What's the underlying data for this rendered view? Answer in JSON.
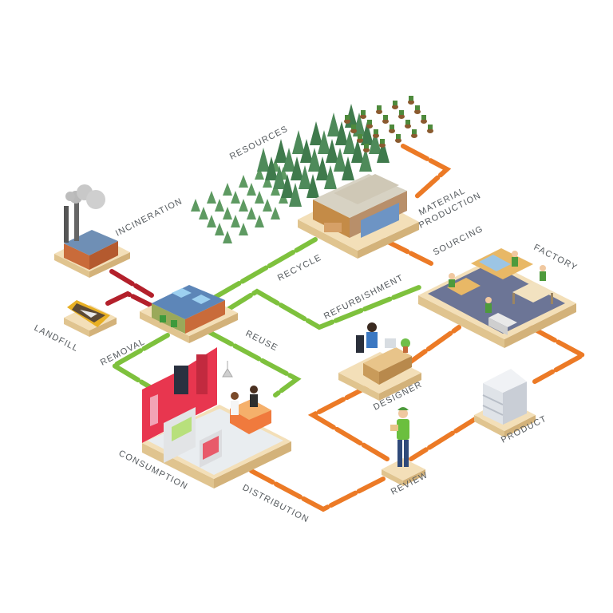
{
  "colors": {
    "orange": "#ec7a26",
    "green": "#7ec13d",
    "red": "#b3202b",
    "tree": "#4e8a5a",
    "pad": "#f3dfb8",
    "text": "#555a5e"
  },
  "labels": {
    "resources": "RESOURCES",
    "incineration": "INCINERATION",
    "material": "MATERIAL",
    "production": "PRODUCTION",
    "recycle": "RECYCLE",
    "sourcing": "SOURCING",
    "factory": "FACTORY",
    "refurbishment": "REFURBISHMENT",
    "landfill": "LANDFILL",
    "removal": "REMOVAL",
    "reuse": "REUSE",
    "designer": "DESIGNER",
    "product": "PRODUCT",
    "consumption": "CONSUMPTION",
    "review": "REVIEW",
    "distribution": "DISTRIBUTION"
  },
  "icons": {
    "forest": "pine-forest-icon",
    "stumps": "tree-stump-icon",
    "incinerator": "incinerator-factory-icon",
    "production_plant": "production-warehouse-icon",
    "factory": "factory-floor-icon",
    "removal": "removal-depot-icon",
    "landfill": "landfill-skip-icon",
    "store": "retail-store-icon",
    "designer": "designer-desk-icon",
    "product": "product-shelf-icon",
    "review": "reviewer-person-icon"
  }
}
